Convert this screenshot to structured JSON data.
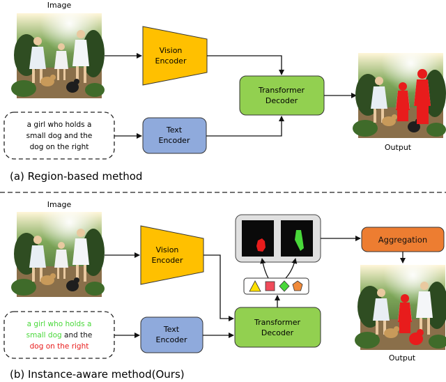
{
  "panel_a": {
    "image_label": "Image",
    "vision_encoder": [
      "Vision",
      "Encoder"
    ],
    "text_encoder": [
      "Text",
      "Encoder"
    ],
    "transformer_decoder": [
      "Transformer",
      "Decoder"
    ],
    "query_lines": [
      "a girl who holds a",
      "small dog and the",
      "dog on the right"
    ],
    "output_label": "Output",
    "caption": "(a) Region-based method"
  },
  "panel_b": {
    "image_label": "Image",
    "vision_encoder": [
      "Vision",
      "Encoder"
    ],
    "text_encoder": [
      "Text",
      "Encoder"
    ],
    "transformer_decoder": [
      "Transformer",
      "Decoder"
    ],
    "query_parts": [
      {
        "text": "a girl who holds a",
        "color": "#49d83a"
      },
      {
        "text": "small dog",
        "color": "#49d83a"
      },
      {
        "text": " and the",
        "color": "#111111"
      },
      {
        "text": "dog on the right",
        "color": "#e81c1c"
      }
    ],
    "aggregation_label": "Aggregation",
    "output_label": "Output",
    "caption": "(b) Instance-aware method(Ours)"
  },
  "colors": {
    "vision_encoder": "#ffc000",
    "text_encoder": "#8faadc",
    "transformer_decoder": "#92d050",
    "aggregation": "#ed7d31",
    "mask_highlight_red": "#e81c1c",
    "mask_highlight_green": "#49d83a",
    "query_box_fill": "#e8e8e8"
  },
  "icons": [
    "triangle-icon",
    "square-icon",
    "diamond-icon",
    "pentagon-icon"
  ]
}
